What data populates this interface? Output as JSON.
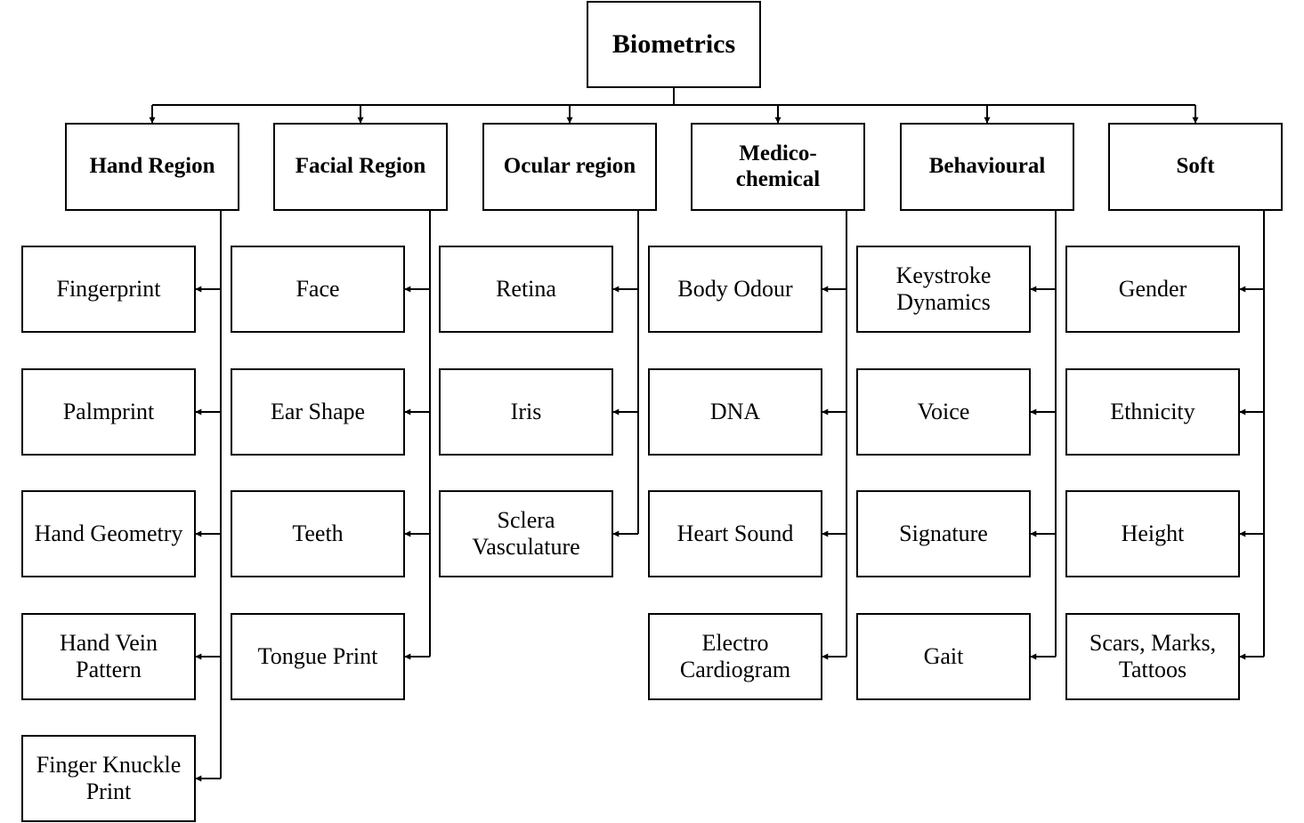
{
  "root": {
    "label": "Biometrics"
  },
  "categories": [
    {
      "label": "Hand Region",
      "items": [
        "Fingerprint",
        "Palmprint",
        "Hand Geometry",
        "Hand Vein Pattern",
        "Finger Knuckle Print"
      ]
    },
    {
      "label": "Facial Region",
      "items": [
        "Face",
        "Ear Shape",
        "Teeth",
        "Tongue Print"
      ]
    },
    {
      "label": "Ocular region",
      "items": [
        "Retina",
        "Iris",
        "Sclera Vasculature"
      ]
    },
    {
      "label": "Medico-chemical",
      "items": [
        "Body Odour",
        "DNA",
        "Heart Sound",
        "Electro Cardiogram"
      ]
    },
    {
      "label": "Behavioural",
      "items": [
        "Keystroke Dynamics",
        "Voice",
        "Signature",
        "Gait"
      ]
    },
    {
      "label": "Soft",
      "items": [
        "Gender",
        "Ethnicity",
        "Height",
        "Scars, Marks, Tattoos"
      ]
    }
  ]
}
